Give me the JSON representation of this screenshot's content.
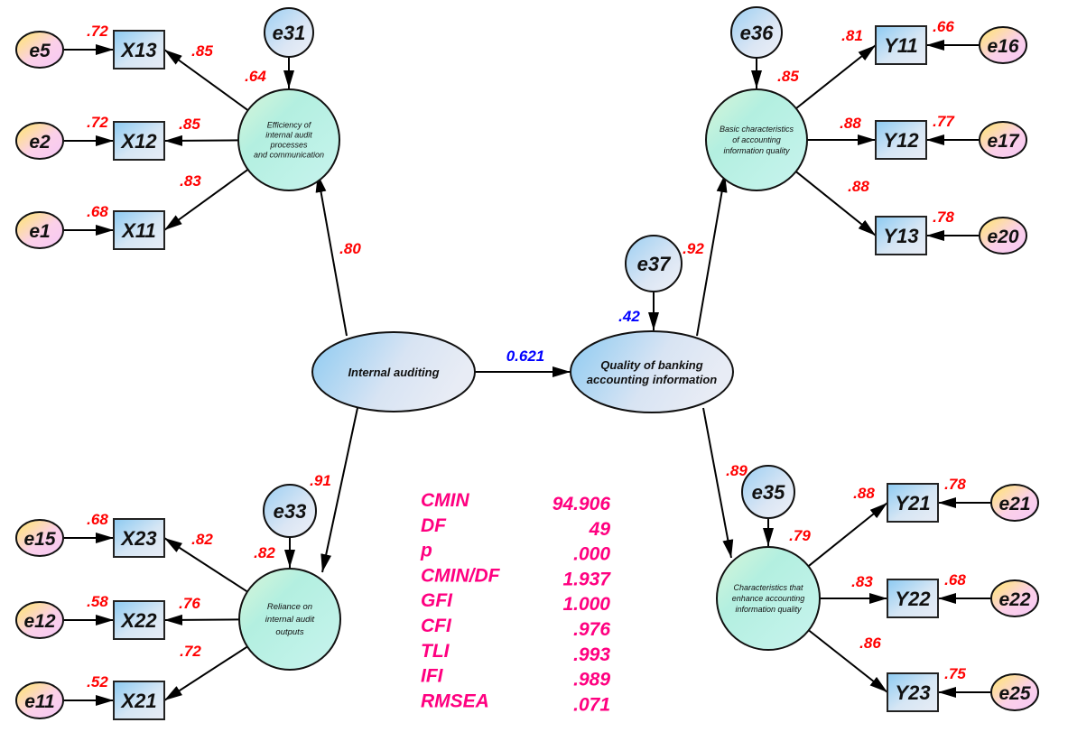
{
  "title": "Structural equation model: Internal auditing and quality of banking accounting information",
  "colors": {
    "loading": "#ff0000",
    "structural": "#0000ff",
    "fit": "#ff0080",
    "edge": "#000000"
  },
  "latent_main": [
    {
      "id": "IA",
      "label_lines": [
        "Internal auditing"
      ]
    },
    {
      "id": "QB",
      "label_lines": [
        "Quality of banking",
        "accounting information"
      ],
      "r2": ".42"
    }
  ],
  "structural_path": {
    "from": "IA",
    "to": "QB",
    "coef": "0.621"
  },
  "latent_sub": [
    {
      "id": "EF",
      "label_lines": [
        "Efficiency of",
        "internal audit",
        "processes",
        "and communication"
      ],
      "parent": "IA",
      "parent_loading": ".80",
      "r2": ".64",
      "error": "e31"
    },
    {
      "id": "RE",
      "label_lines": [
        "Reliance on",
        "internal audit",
        "outputs"
      ],
      "parent": "IA",
      "parent_loading": ".91",
      "r2": ".82",
      "error": "e33"
    },
    {
      "id": "BC",
      "label_lines": [
        "Basic characteristics",
        "of accounting",
        "information quality"
      ],
      "parent": "QB",
      "parent_loading": ".92",
      "r2": ".85",
      "error": "e36"
    },
    {
      "id": "CE",
      "label_lines": [
        "Characteristics that",
        "enhance accounting",
        "information quality"
      ],
      "parent": "QB",
      "parent_loading": ".89",
      "r2": ".79",
      "error": "e35"
    }
  ],
  "disturbance_QB": "e37",
  "indicators": [
    {
      "name": "X13",
      "factor": "EF",
      "loading": ".85",
      "r2": ".72",
      "error": "e5"
    },
    {
      "name": "X12",
      "factor": "EF",
      "loading": ".85",
      "r2": ".72",
      "error": "e2"
    },
    {
      "name": "X11",
      "factor": "EF",
      "loading": ".83",
      "r2": ".68",
      "error": "e1"
    },
    {
      "name": "X23",
      "factor": "RE",
      "loading": ".82",
      "r2": ".68",
      "error": "e15"
    },
    {
      "name": "X22",
      "factor": "RE",
      "loading": ".76",
      "r2": ".58",
      "error": "e12"
    },
    {
      "name": "X21",
      "factor": "RE",
      "loading": ".72",
      "r2": ".52",
      "error": "e11"
    },
    {
      "name": "Y11",
      "factor": "BC",
      "loading": ".81",
      "r2": ".66",
      "error": "e16"
    },
    {
      "name": "Y12",
      "factor": "BC",
      "loading": ".88",
      "r2": ".77",
      "error": "e17"
    },
    {
      "name": "Y13",
      "factor": "BC",
      "loading": ".88",
      "r2": ".78",
      "error": "e20"
    },
    {
      "name": "Y21",
      "factor": "CE",
      "loading": ".88",
      "r2": ".78",
      "error": "e21"
    },
    {
      "name": "Y22",
      "factor": "CE",
      "loading": ".83",
      "r2": ".68",
      "error": "e22"
    },
    {
      "name": "Y23",
      "factor": "CE",
      "loading": ".86",
      "r2": ".75",
      "error": "e25"
    }
  ],
  "fit_indices": [
    {
      "name": "CMIN",
      "value": "94.906"
    },
    {
      "name": "DF",
      "value": "49"
    },
    {
      "name": "p",
      "value": ".000"
    },
    {
      "name": "CMIN/DF",
      "value": "1.937"
    },
    {
      "name": "GFI",
      "value": "1.000"
    },
    {
      "name": "CFI",
      "value": ".976"
    },
    {
      "name": "TLI",
      "value": ".993"
    },
    {
      "name": "IFI",
      "value": ".989"
    },
    {
      "name": "RMSEA",
      "value": ".071"
    }
  ]
}
